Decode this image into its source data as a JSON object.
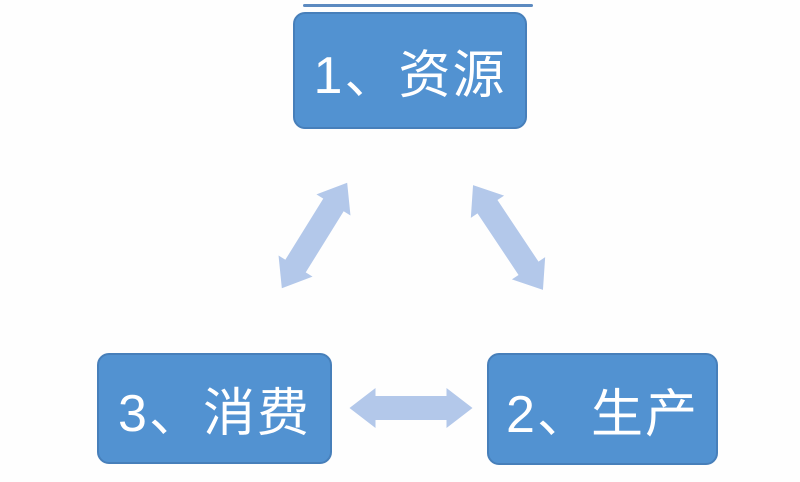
{
  "canvas": {
    "background": "#fefefe"
  },
  "diagram": {
    "type": "cycle",
    "nodes": [
      {
        "id": "resources",
        "order": 1,
        "label": "1、资源",
        "position": "top-center"
      },
      {
        "id": "production",
        "order": 2,
        "label": "2、生产",
        "position": "bottom-right"
      },
      {
        "id": "consumption",
        "order": 3,
        "label": "3、消费",
        "position": "bottom-left"
      }
    ],
    "connectors": [
      {
        "between": [
          "资源",
          "消费"
        ],
        "style": "double-headed-arrow"
      },
      {
        "between": [
          "资源",
          "生产"
        ],
        "style": "double-headed-arrow"
      },
      {
        "between": [
          "消费",
          "生产"
        ],
        "style": "double-headed-arrow"
      }
    ],
    "colors": {
      "node_fill": "#5292d1",
      "node_border": "#477fba",
      "node_text": "#ffffff",
      "arrow_fill": "#b3c8ea",
      "top_line": "#4a7db9"
    }
  }
}
